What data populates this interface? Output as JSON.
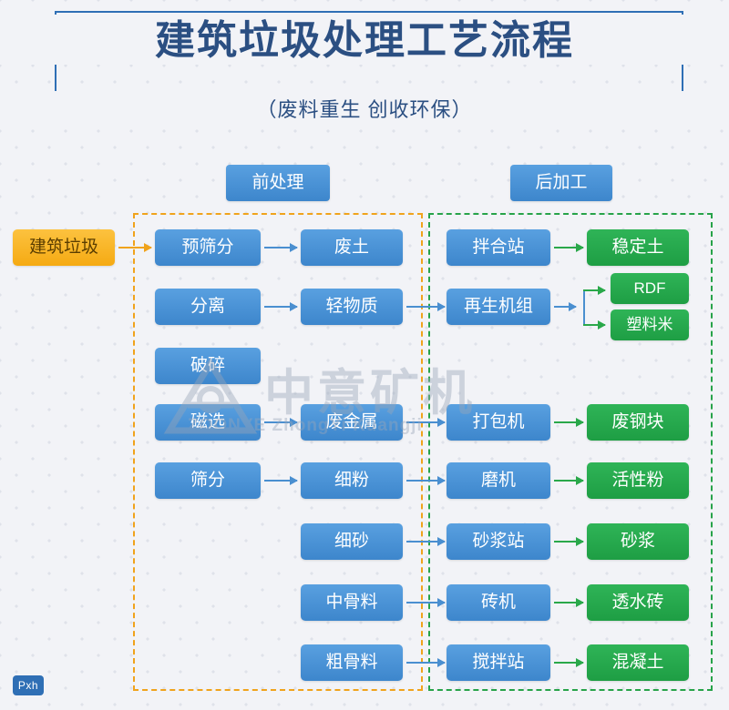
{
  "header": {
    "title": "建筑垃圾处理工艺流程",
    "subtitle": "（废料重生  创收环保）"
  },
  "groups": {
    "pre_label": "前处理",
    "post_label": "后加工"
  },
  "nodes": {
    "source": "建筑垃圾",
    "pre_col1": [
      "预筛分",
      "分离",
      "破碎",
      "磁选",
      "筛分"
    ],
    "pre_col2": [
      "废土",
      "轻物质",
      "废金属",
      "细粉",
      "细砂",
      "中骨料",
      "粗骨料"
    ],
    "post_col1": [
      "拌合站",
      "再生机组",
      "打包机",
      "磨机",
      "砂浆站",
      "砖机",
      "搅拌站"
    ],
    "post_col2": [
      "稳定土",
      "RDF",
      "塑料米",
      "废钢块",
      "活性粉",
      "砂浆",
      "透水砖",
      "混凝土"
    ]
  },
  "watermark": {
    "cn": "中意矿机",
    "en": "ZOONYE  ZhongYi Kuangji"
  },
  "badge": "Pxh",
  "colors": {
    "blue": "#3d86cc",
    "green": "#1e9e44",
    "orange": "#f5aa13",
    "title": "#2b4f82"
  }
}
